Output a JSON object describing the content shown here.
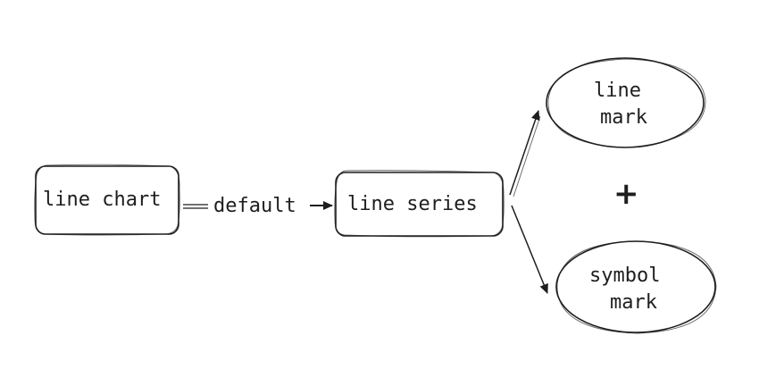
{
  "diagram": {
    "nodes": {
      "line_chart": "line chart",
      "line_series": "line series",
      "line_mark_l1": "line",
      "line_mark_l2": "mark",
      "symbol_mark_l1": "symbol",
      "symbol_mark_l2": "mark"
    },
    "edges": {
      "default_label": "default"
    },
    "plus_sign": "+"
  },
  "colors": {
    "stroke": "#1e1e1e",
    "background": "#ffffff"
  }
}
